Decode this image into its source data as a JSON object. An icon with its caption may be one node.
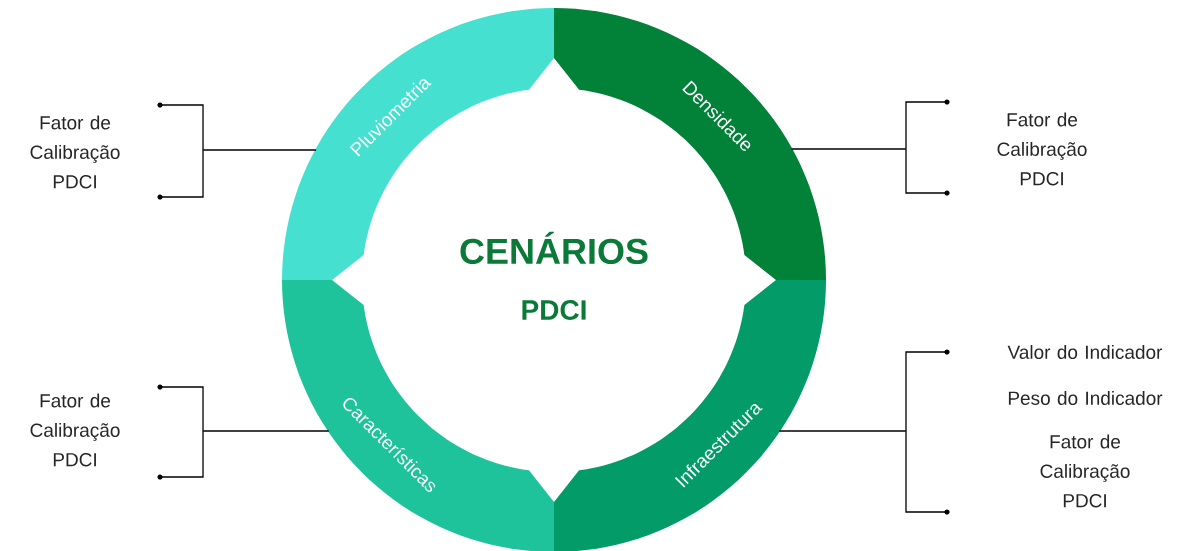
{
  "diagram": {
    "nodes": [
      {
        "text": [
          "Pluviometria"
        ]
      },
      {
        "text": [
          "Densidade"
        ]
      },
      {
        "text": [
          "Características"
        ]
      },
      {
        "text": [
          "Infraestrutura"
        ]
      },
      {
        "text": [],
        "shape": "bracket",
        "beside": [
          "Fator de Calibração PDCI"
        ]
      },
      {
        "text": [],
        "shape": "bracket",
        "beside": [
          "Fator de Calibração PDCI"
        ]
      },
      {
        "text": [],
        "shape": "bracket",
        "beside": [
          "Fator de Calibração PDCI"
        ]
      },
      {
        "text": [],
        "shape": "bracket",
        "beside": [
          "Valor do Indicador",
          "Peso do Indicador",
          "Fator de Calibração PDCI"
        ]
      }
    ],
    "edges": [
      {
        "from": 0,
        "to": 4,
        "arrow": "none"
      },
      {
        "from": 1,
        "to": 5,
        "arrow": "none"
      },
      {
        "from": 2,
        "to": 6,
        "arrow": "none"
      },
      {
        "from": 3,
        "to": 7,
        "arrow": "none"
      }
    ],
    "labels": [
      "CENÁRIOS",
      "PDCI"
    ]
  }
}
